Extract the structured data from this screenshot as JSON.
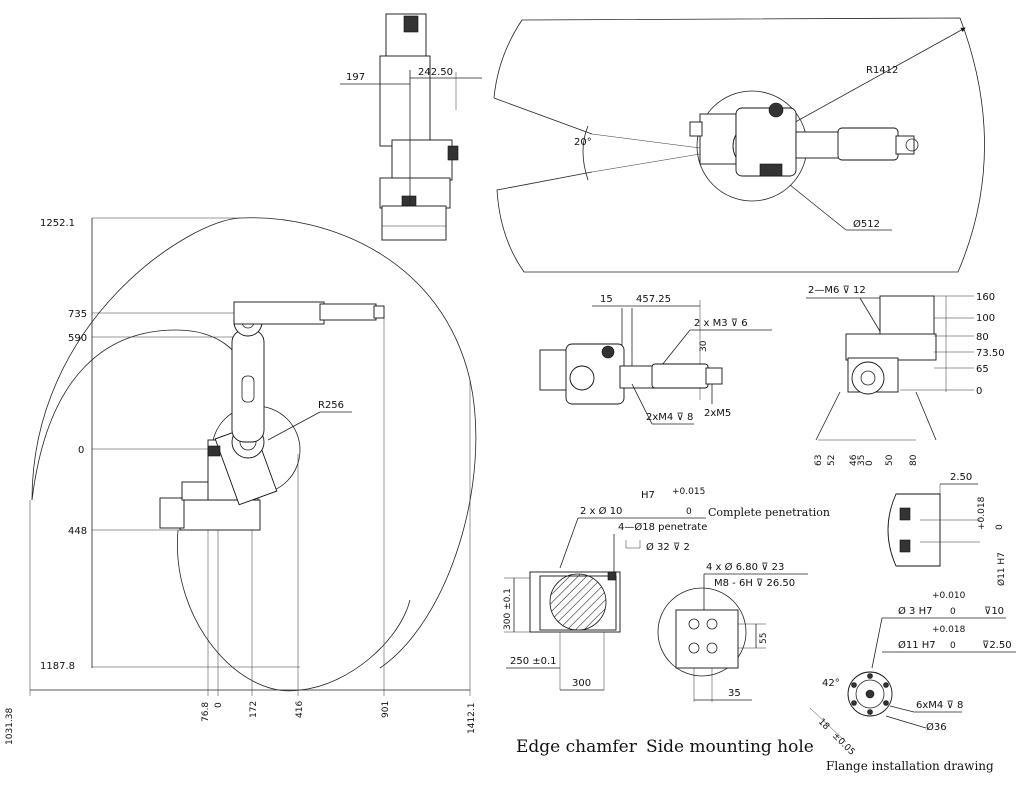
{
  "top_view": {
    "radius": "R1412",
    "angle": "20°",
    "base_dia": "Ø512"
  },
  "side_small": {
    "d1": "197",
    "d2": "242.50"
  },
  "envelope": {
    "y_labels": [
      "1252.1",
      "735",
      "590",
      "0",
      "448",
      "1187.8"
    ],
    "x_labels": [
      "1031.38",
      "76.8",
      "0",
      "172",
      "416",
      "901",
      "1412.1"
    ],
    "radius": "R256"
  },
  "arm_detail": {
    "d15": "15",
    "d457": "457.25",
    "m3": "2 x  M3 ⊽ 6",
    "d30": "30",
    "m4": "2xM4 ⊽ 8",
    "m5": "2xM5"
  },
  "base_side": {
    "m6": "2—M6 ⊽ 12",
    "right_labels": [
      "160",
      "100",
      "80",
      "73.50",
      "65",
      "0"
    ],
    "bottom_labels": [
      "63",
      "52",
      "46",
      "35",
      "0",
      "50",
      "80"
    ]
  },
  "base_plan": {
    "h7_a": "H7",
    "tol_a_top": "+0.015",
    "tol_a_bot": "0",
    "holes_a": "2 x  Ø 10",
    "complete": "Complete penetration",
    "holes_b": "4—Ø18  penetrate",
    "counter": "Ø 32 ⊽ 2",
    "d300v": "300 ±0.1",
    "d250": "250 ±0.1",
    "d300h": "300"
  },
  "side_hole": {
    "h1": "4 x  Ø 6.80  ⊽ 23",
    "h2": "M8 - 6H  ⊽  26.50",
    "d55": "55",
    "d35": "35"
  },
  "flange": {
    "d250": "2.50",
    "tol1": "+0.018",
    "tol1b": "0",
    "d11": "Ø11 H7",
    "tol2": "+0.010",
    "tol2b": "0",
    "h3": "Ø 3 H7",
    "h3d": "⊽10",
    "tol3": "+0.018",
    "tol3b": "0",
    "h11": "Ø11 H7",
    "h11d": "⊽2.50",
    "angle": "42°",
    "m4": "6xM4 ⊽ 8",
    "d36": "Ø36",
    "d18": "18",
    "d05": "±0.05"
  },
  "captions": {
    "edge": "Edge chamfer",
    "side": "Side mounting hole",
    "flange": "Flange installation drawing"
  }
}
